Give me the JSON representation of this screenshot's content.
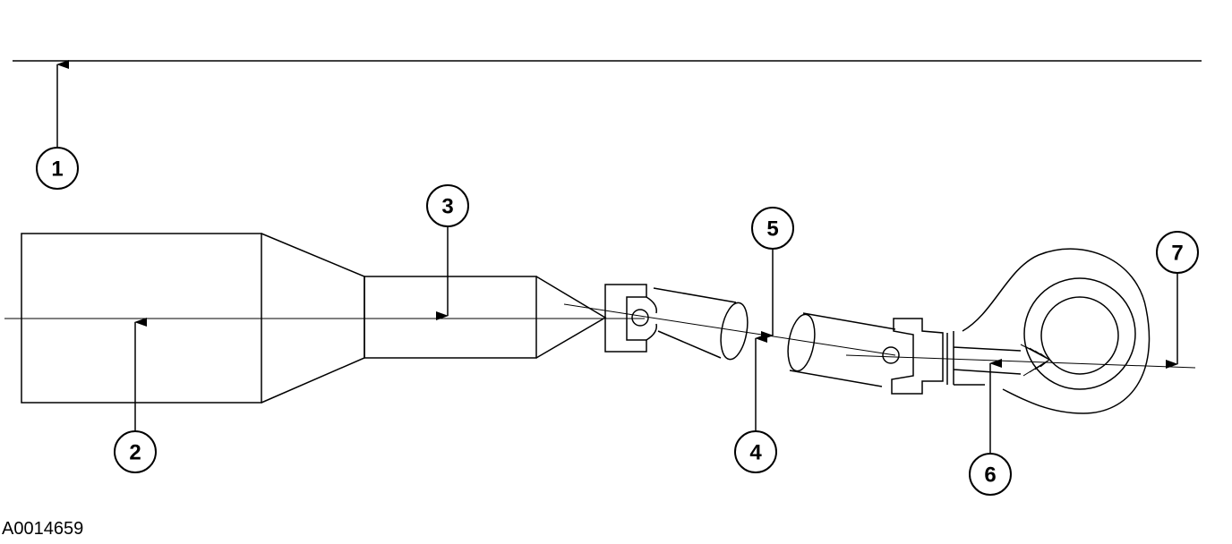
{
  "callouts": [
    {
      "id": "callout-1",
      "label": "1"
    },
    {
      "id": "callout-2",
      "label": "2"
    },
    {
      "id": "callout-3",
      "label": "3"
    },
    {
      "id": "callout-4",
      "label": "4"
    },
    {
      "id": "callout-5",
      "label": "5"
    },
    {
      "id": "callout-6",
      "label": "6"
    },
    {
      "id": "callout-7",
      "label": "7"
    }
  ],
  "figure_id": "A0014659"
}
